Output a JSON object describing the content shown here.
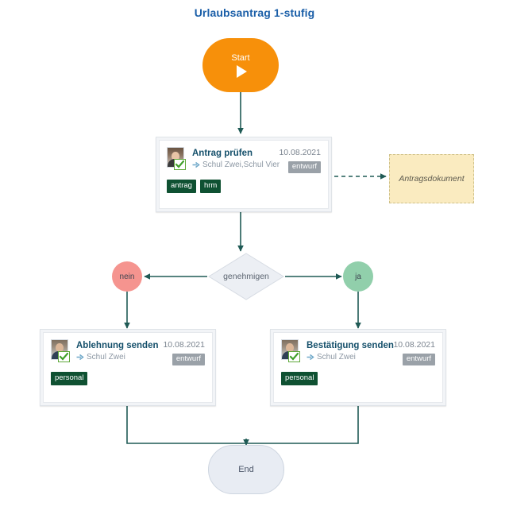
{
  "diagram": {
    "title": "Urlaubsantrag 1-stufig",
    "colors": {
      "title": "#1b5fa8",
      "start_fill": "#f7900a",
      "end_fill": "#e8ecf3",
      "connector": "#1f5a55",
      "branch_no_fill": "#f5948f",
      "branch_yes_fill": "#91cfab",
      "data_object_fill": "#faebc0",
      "tag_fill": "#0f5132",
      "status_fill": "#9aa1a8",
      "task_title": "#15506b"
    }
  },
  "nodes": {
    "start": {
      "label": "Start",
      "icon": "play-icon"
    },
    "end": {
      "label": "End"
    },
    "gateway": {
      "label": "genehmigen"
    },
    "branch_no": {
      "label": "nein"
    },
    "branch_yes": {
      "label": "ja"
    },
    "data_object": {
      "label": "Antragsdokument"
    },
    "task_pruefen": {
      "name": "Antrag prüfen",
      "assignee": "Schul Zwei,Schul Vier",
      "date": "10.08.2021",
      "status": "entwurf",
      "tags": [
        "antrag",
        "hrm"
      ],
      "avatar": "female-avatar",
      "avatar_badge": "check-icon"
    },
    "task_ablehnung": {
      "name": "Ablehnung senden",
      "assignee": "Schul Zwei",
      "date": "10.08.2021",
      "status": "entwurf",
      "tags": [
        "personal"
      ],
      "avatar": "male-avatar",
      "avatar_badge": "check-icon"
    },
    "task_bestaetigung": {
      "name": "Bestätigung senden",
      "assignee": "Schul Zwei",
      "date": "10.08.2021",
      "status": "entwurf",
      "tags": [
        "personal"
      ],
      "avatar": "male-avatar",
      "avatar_badge": "check-icon"
    }
  }
}
